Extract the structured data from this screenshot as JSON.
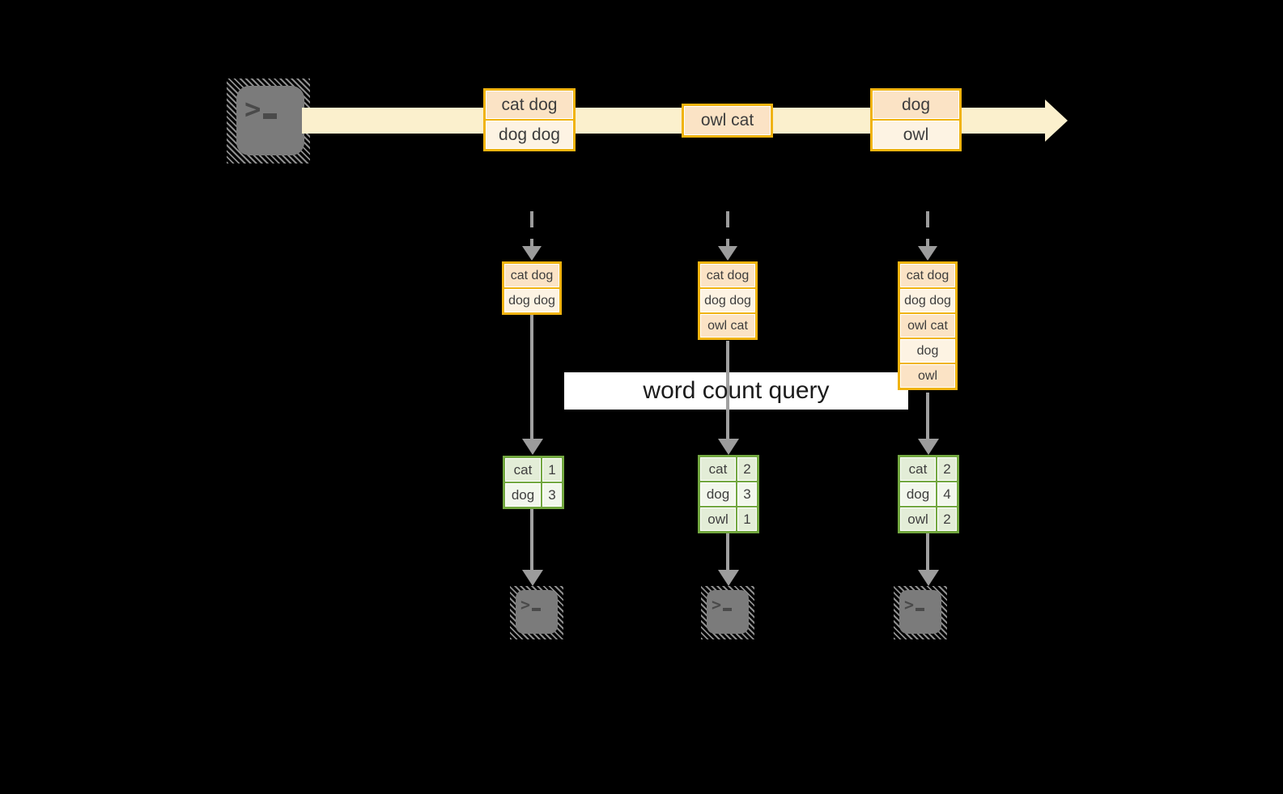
{
  "query_label": "word count query",
  "stream": {
    "source_icon": "terminal-icon",
    "batches": [
      {
        "rows": [
          "cat dog",
          "dog dog"
        ]
      },
      {
        "rows": [
          "owl cat"
        ]
      },
      {
        "rows": [
          "dog",
          "owl"
        ]
      }
    ]
  },
  "columns": [
    {
      "input": [
        "cat dog",
        "dog dog"
      ],
      "result": [
        [
          "cat",
          "1"
        ],
        [
          "dog",
          "3"
        ]
      ]
    },
    {
      "input": [
        "cat dog",
        "dog dog",
        "owl cat"
      ],
      "result": [
        [
          "cat",
          "2"
        ],
        [
          "dog",
          "3"
        ],
        [
          "owl",
          "1"
        ]
      ]
    },
    {
      "input": [
        "cat dog",
        "dog dog",
        "owl cat",
        "dog",
        "owl"
      ],
      "result": [
        [
          "cat",
          "2"
        ],
        [
          "dog",
          "4"
        ],
        [
          "owl",
          "2"
        ]
      ]
    }
  ],
  "colors": {
    "background": "#000000",
    "stream_band": "#fbf0cd",
    "record_border": "#f0b30f",
    "record_fill_dark": "#fbe3c5",
    "record_fill_light": "#fdf3e3",
    "table_border": "#72a73f",
    "table_fill_dark": "#e3edd7",
    "table_fill_light": "#f2f7ec",
    "arrow_gray": "#9c9c9c",
    "terminal_gray": "#7b7b7b",
    "query_band_bg": "#ffffff",
    "query_text": "#1b1b1b"
  }
}
